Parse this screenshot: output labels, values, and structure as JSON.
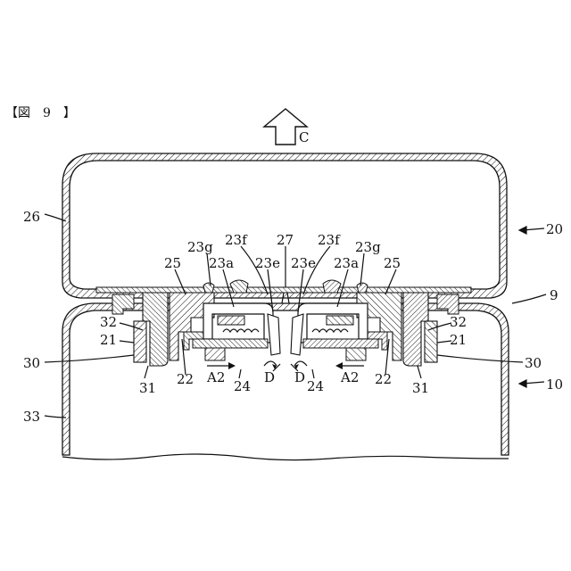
{
  "figure_title": "【図　9　】",
  "arrows": {
    "up": "C",
    "d_left": "D",
    "d_right": "D",
    "a2_left": "A2",
    "a2_right": "A2"
  },
  "labels": {
    "n20": "20",
    "n9": "9",
    "n10": "10",
    "n26": "26",
    "n33": "33",
    "n27": "27",
    "n23f_l": "23f",
    "n23f_r": "23f",
    "n23g_l": "23g",
    "n23g_r": "23g",
    "n25_l": "25",
    "n25_r": "25",
    "n23a_l": "23a",
    "n23a_r": "23a",
    "n23e_l": "23e",
    "n23e_r": "23e",
    "n32_l": "32",
    "n32_r": "32",
    "n21_l": "21",
    "n21_r": "21",
    "n30_l": "30",
    "n30_r": "30",
    "n31_l": "31",
    "n31_r": "31",
    "n22_l": "22",
    "n22_r": "22",
    "n24_l": "24",
    "n24_r": "24"
  }
}
